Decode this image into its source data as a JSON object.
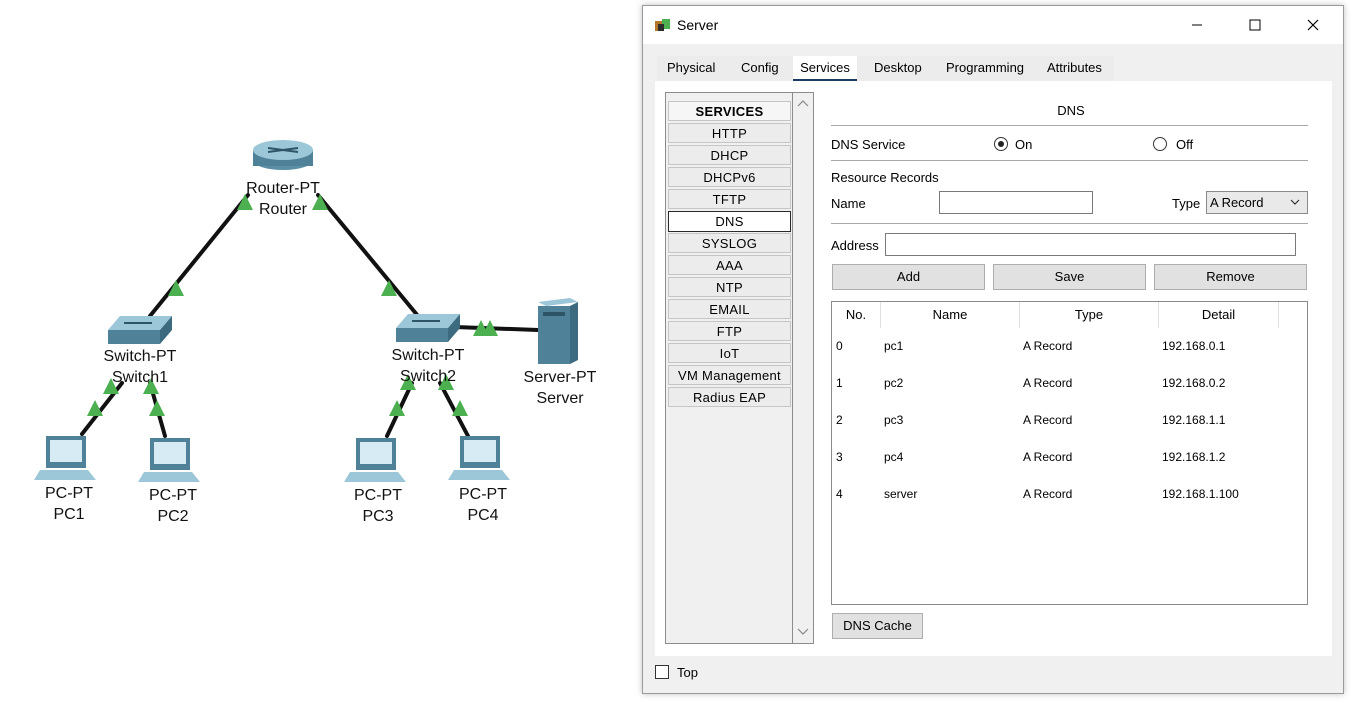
{
  "topology": {
    "router": {
      "model": "Router-PT",
      "name": "Router"
    },
    "switch1": {
      "model": "Switch-PT",
      "name": "Switch1"
    },
    "switch2": {
      "model": "Switch-PT",
      "name": "Switch2"
    },
    "server": {
      "model": "Server-PT",
      "name": "Server"
    },
    "pcs": [
      {
        "model": "PC-PT",
        "name": "PC1"
      },
      {
        "model": "PC-PT",
        "name": "PC2"
      },
      {
        "model": "PC-PT",
        "name": "PC3"
      },
      {
        "model": "PC-PT",
        "name": "PC4"
      }
    ],
    "link_color": "#111111",
    "port_up_color": "#4caf50"
  },
  "window": {
    "title": "Server",
    "tabs": [
      "Physical",
      "Config",
      "Services",
      "Desktop",
      "Programming",
      "Attributes"
    ],
    "active_tab": "Services",
    "services": [
      "SERVICES",
      "HTTP",
      "DHCP",
      "DHCPv6",
      "TFTP",
      "DNS",
      "SYSLOG",
      "AAA",
      "NTP",
      "EMAIL",
      "FTP",
      "IoT",
      "VM Management",
      "Radius EAP"
    ],
    "selected_service": "DNS",
    "dns": {
      "title": "DNS",
      "service_label": "DNS Service",
      "on_label": "On",
      "off_label": "Off",
      "service_on": true,
      "resource_records_label": "Resource Records",
      "name_label": "Name",
      "name_value": "",
      "type_label": "Type",
      "type_value": "A Record",
      "address_label": "Address",
      "address_value": "",
      "buttons": {
        "add": "Add",
        "save": "Save",
        "remove": "Remove"
      },
      "columns": [
        "No.",
        "Name",
        "Type",
        "Detail"
      ],
      "records": [
        {
          "no": "0",
          "name": "pc1",
          "type": "A Record",
          "detail": "192.168.0.1"
        },
        {
          "no": "1",
          "name": "pc2",
          "type": "A Record",
          "detail": "192.168.0.2"
        },
        {
          "no": "2",
          "name": "pc3",
          "type": "A Record",
          "detail": "192.168.1.1"
        },
        {
          "no": "3",
          "name": "pc4",
          "type": "A Record",
          "detail": "192.168.1.2"
        },
        {
          "no": "4",
          "name": "server",
          "type": "A Record",
          "detail": "192.168.1.100"
        }
      ],
      "cache_button": "DNS Cache"
    },
    "top_checkbox_label": "Top",
    "top_checked": false,
    "accent": "#1a3d66"
  }
}
